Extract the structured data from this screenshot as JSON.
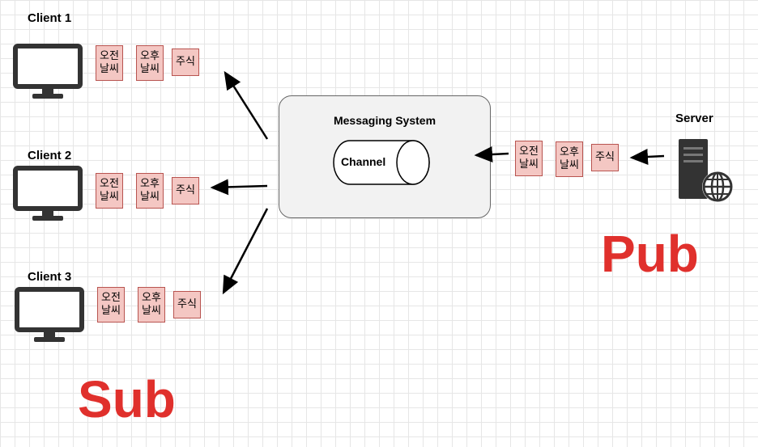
{
  "clients": [
    {
      "label": "Client 1",
      "messages": [
        "오전\n날씨",
        "오후\n날씨",
        "주식"
      ]
    },
    {
      "label": "Client 2",
      "messages": [
        "오전\n날씨",
        "오후\n날씨",
        "주식"
      ]
    },
    {
      "label": "Client 3",
      "messages": [
        "오전\n날씨",
        "오후\n날씨",
        "주식"
      ]
    }
  ],
  "client_messages": {
    "morning": [
      "오전",
      "날씨"
    ],
    "afternoon": [
      "오후",
      "날씨"
    ],
    "stock": "주식"
  },
  "system": {
    "title": "Messaging System",
    "channel": "Channel"
  },
  "server": {
    "label": "Server",
    "messages": {
      "morning": [
        "오전",
        "날씨"
      ],
      "afternoon": [
        "오후",
        "날씨"
      ],
      "stock": "주식"
    }
  },
  "roles": {
    "pub": "Pub",
    "sub": "Sub"
  },
  "colors": {
    "accent": "#e0302c",
    "message_fill": "#f4c7c3",
    "message_border": "#b85450",
    "box_fill": "#f2f2f2"
  }
}
